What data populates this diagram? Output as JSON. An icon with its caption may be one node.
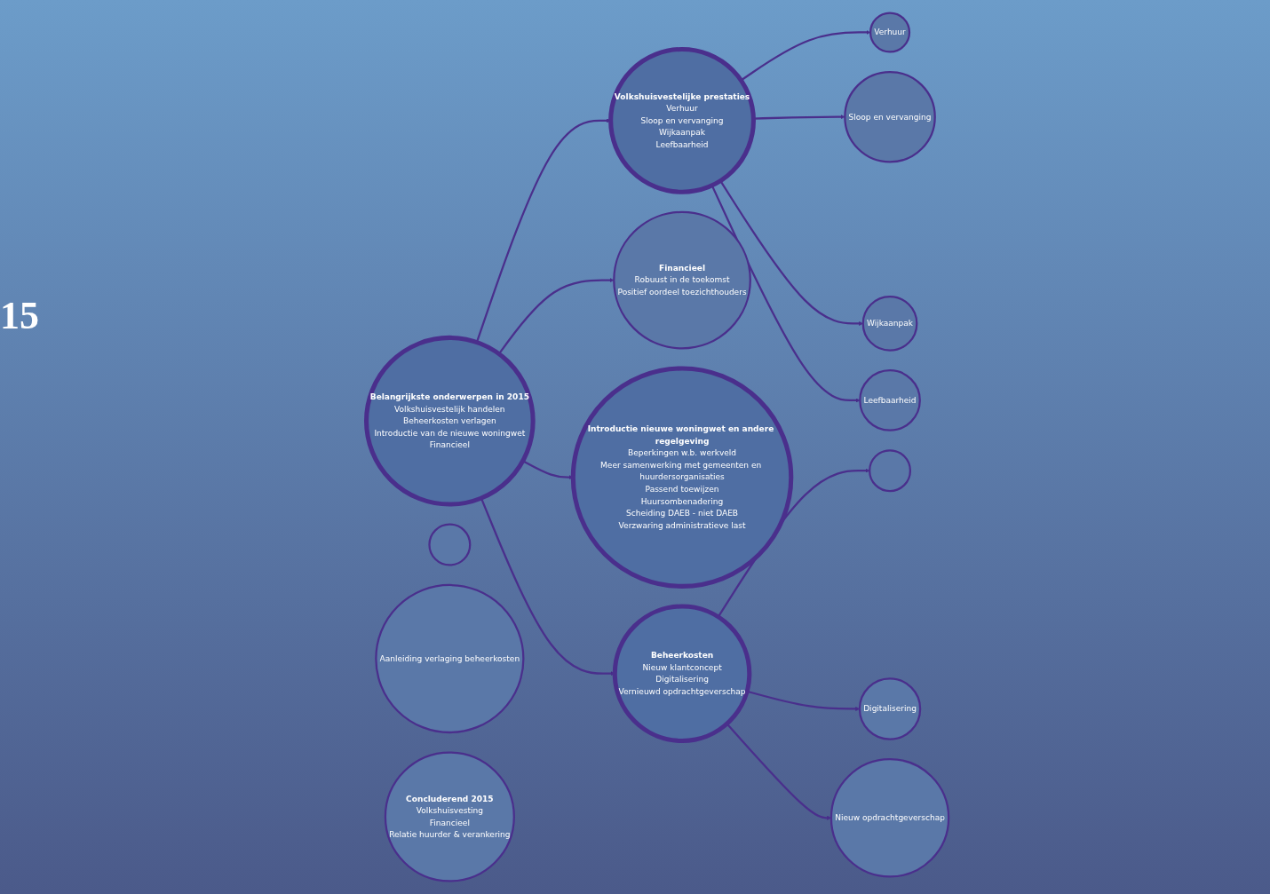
{
  "diagram": {
    "nodes": [
      {
        "text": [
          "Belangrijkste onderwerpen in 2015",
          "Volkshuisvestelijk handelen",
          "Beheerkosten verlagen",
          "Introductie van de nieuwe woningwet",
          "Financieel"
        ]
      },
      {
        "text": [
          "Volkshuisvestelijke prestaties",
          "Verhuur",
          "Sloop en vervanging",
          "Wijkaanpak",
          "Leefbaarheid"
        ]
      },
      {
        "text": [
          "Verhuur"
        ]
      },
      {
        "text": [
          "Sloop en vervanging"
        ]
      },
      {
        "text": [
          "Wijkaanpak"
        ]
      },
      {
        "text": [
          "Leefbaarheid"
        ]
      },
      {
        "text": [
          "Financieel",
          "Robuust in de toekomst",
          "Positief oordeel toezichthouders"
        ]
      },
      {
        "text": [
          "Introductie nieuwe woningwet en andere regelgeving",
          "Beperkingen w.b. werkveld",
          "Meer samenwerking met gemeenten en huurdersorganisaties",
          "Passend toewijzen",
          "Huursombenadering",
          "Scheiding DAEB - niet DAEB",
          "Verzwaring administratieve last"
        ]
      },
      {
        "text": [
          "Beheerkosten",
          "Nieuw klantconcept",
          "Digitalisering",
          "Vernieuwd opdrachtgeverschap"
        ]
      },
      {
        "text": [],
        "shape": "circle"
      },
      {
        "text": [
          "Digitalisering"
        ]
      },
      {
        "text": [],
        "shape": "circle"
      },
      {
        "text": [
          "Nieuw opdrachtgeverschap"
        ]
      },
      {
        "text": [
          "Aanleiding verlaging beheerkosten"
        ]
      },
      {
        "text": [
          "Concluderend 2015",
          "Volkshuisvesting",
          "Financieel",
          "Relatie huurder & verankering"
        ]
      }
    ],
    "edges": [
      {
        "from": 0,
        "to": 1,
        "arrow": "to"
      },
      {
        "from": 0,
        "to": 6,
        "arrow": "to"
      },
      {
        "from": 0,
        "to": 7,
        "arrow": "to"
      },
      {
        "from": 0,
        "to": 8,
        "arrow": "to"
      },
      {
        "from": 1,
        "to": 2,
        "arrow": "to"
      },
      {
        "from": 1,
        "to": 3,
        "arrow": "to"
      },
      {
        "from": 1,
        "to": 4,
        "arrow": "to"
      },
      {
        "from": 1,
        "to": 5,
        "arrow": "to"
      },
      {
        "from": 8,
        "to": 9,
        "arrow": "to"
      },
      {
        "from": 8,
        "to": 10,
        "arrow": "to"
      },
      {
        "from": 8,
        "to": 12,
        "arrow": "to"
      }
    ],
    "labels": [
      "15"
    ]
  }
}
